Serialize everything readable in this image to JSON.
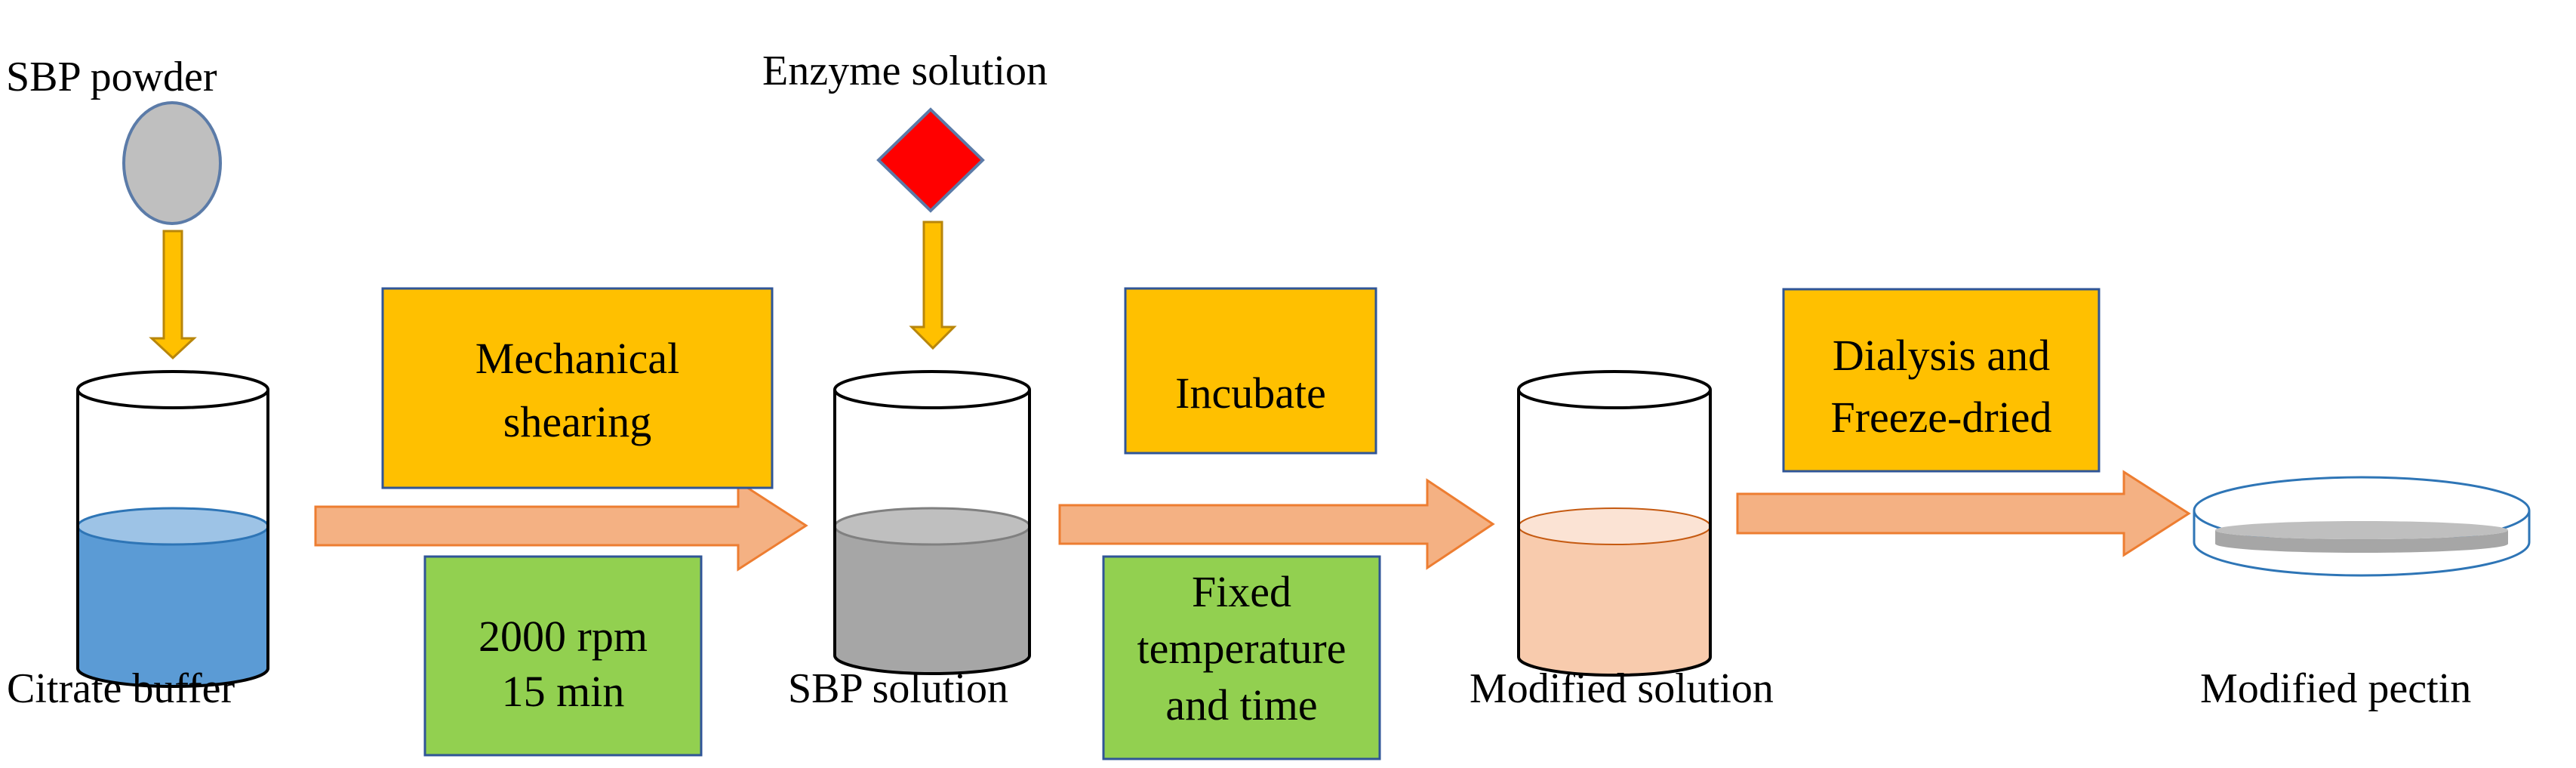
{
  "inputs": {
    "powder_label": "SBP powder",
    "enzyme_label": "Enzyme solution"
  },
  "steps": {
    "shearing": {
      "line1": "Mechanical",
      "line2": "shearing"
    },
    "shearing_conditions": {
      "line1": "2000 rpm",
      "line2": "15 min"
    },
    "incubate": {
      "label": "Incubate"
    },
    "incubate_conditions": {
      "line1": "Fixed",
      "line2": "temperature",
      "line3": "and time"
    },
    "dialysis": {
      "line1": "Dialysis and",
      "line2": "Freeze-dried"
    }
  },
  "stages": {
    "citrate_buffer": "Citrate buffer",
    "sbp_solution": "SBP solution",
    "modified_solution": "Modified solution",
    "modified_pectin": "Modified pectin"
  },
  "colors": {
    "process_box": "#FFC000",
    "condition_box": "#92D050",
    "flow_arrow": "#F4B183",
    "feed_arrow": "#FFC000",
    "powder": "#BFBFBF",
    "enzyme": "#FF0000",
    "buffer_liquid": "#5B9BD5",
    "sbp_liquid": "#A6A6A6",
    "modified_liquid": "#F8CBAD",
    "pectin": "#A6A6A6"
  }
}
